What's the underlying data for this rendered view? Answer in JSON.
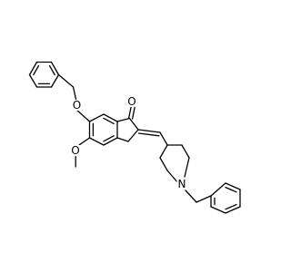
{
  "structure": {
    "atoms": {
      "carbonyl_oxygen": "O",
      "benzyloxy_oxygen": "O",
      "methoxy_oxygen": "O",
      "piperidine_nitrogen": "N"
    },
    "colors": {
      "bonds": "#000000",
      "labels": "#000000",
      "background": "#ffffff"
    }
  }
}
